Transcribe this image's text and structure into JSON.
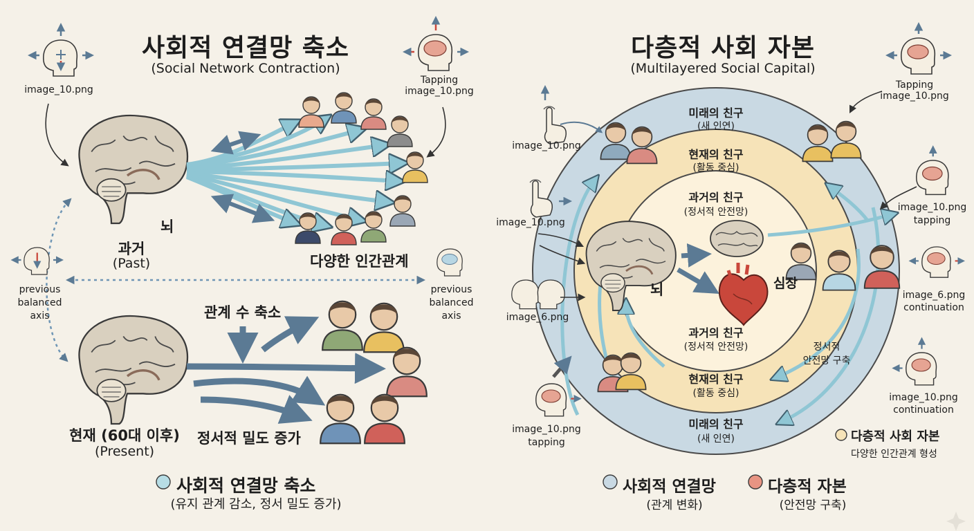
{
  "colors": {
    "background": "#f5f1e8",
    "ring_outer": "#c9d9e3",
    "ring_middle": "#f6e3b8",
    "ring_inner": "#fcf2dc",
    "arrow": "#8fc6d4",
    "arrow_dark": "#5b7a94",
    "brain": "#cfc6b5",
    "heart": "#c9473b"
  },
  "left": {
    "title": "사회적 연결망 축소",
    "subtitle": "(Social Network Contraction)",
    "icon_label_tl": "image_10.png",
    "icon_label_tr": "Tapping\nimage_10.png",
    "brain_label": "뇌",
    "past_label": "과거",
    "past_sub": "(Past)",
    "diverse_label": "다양한 인간관계",
    "axis_left": "previous\nbalanced\naxis",
    "axis_right": "previous\nbalanced\naxis",
    "contract_label": "관계 수 축소",
    "density_label": "정서적 밀도 증가",
    "present_label": "현재 (60대 이후)",
    "present_sub": "(Present)",
    "legend_label": "사회적 연결망 축소",
    "legend_sub": "(유지 관계 감소, 정서 밀도 증가)"
  },
  "right": {
    "title": "다층적 사회 자본",
    "subtitle": "(Multilayered Social Capital)",
    "ring_future_top": "미래의 친구",
    "ring_future_top_sub": "(새 인연)",
    "ring_present_top": "현재의 친구",
    "ring_present_top_sub": "(활동 중심)",
    "ring_past_top": "과거의 친구",
    "ring_past_top_sub": "(정서적 안전망)",
    "ring_past_bottom": "과거의 친구",
    "ring_past_bottom_sub": "(정서적 안전망)",
    "ring_present_bottom": "현재의 친구",
    "ring_present_bottom_sub": "(활동 중심)",
    "ring_future_bottom": "미래의 친구",
    "ring_future_bottom_sub": "(새 인연)",
    "brain_label": "뇌",
    "heart_label": "심장",
    "safety_label": "정서적\n안전망 구축",
    "icon_l1": "image_10.png",
    "icon_l2": "image_10.png",
    "icon_l3": "image_6.png",
    "icon_l4": "image_10.png\ntapping",
    "icon_r1": "Tapping\nimage_10.png",
    "icon_r2": "image_10.png\ntapping",
    "icon_r3": "image_6.png\ncontinuation",
    "icon_r4": "image_10.png\ncontinuation",
    "legend_social": "사회적 연결망",
    "legend_social_sub": "(관계 변화)",
    "legend_capital": "다층적 자본",
    "legend_capital_sub": "(안전망 구축)",
    "legend_multi": "다층적 사회 자본",
    "legend_multi_sub": "다양한 인간관계 형성"
  }
}
